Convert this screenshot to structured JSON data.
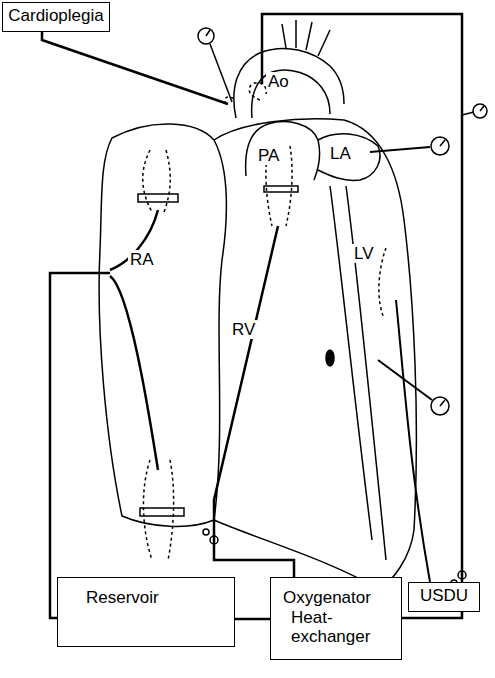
{
  "diagram": {
    "nodes": [
      {
        "text": [
          "Cardioplegia"
        ]
      },
      {
        "text": [
          "USDU"
        ]
      },
      {
        "text": [
          "Reservoir"
        ]
      },
      {
        "text": [
          "Oxygenator",
          "Heat-exchanger"
        ]
      }
    ],
    "edges": [
      {
        "from": 2,
        "to": 3,
        "arrow": "none"
      }
    ],
    "labels": [
      "Ao",
      "PA",
      "RA",
      "LA",
      "RV",
      "LV"
    ]
  }
}
